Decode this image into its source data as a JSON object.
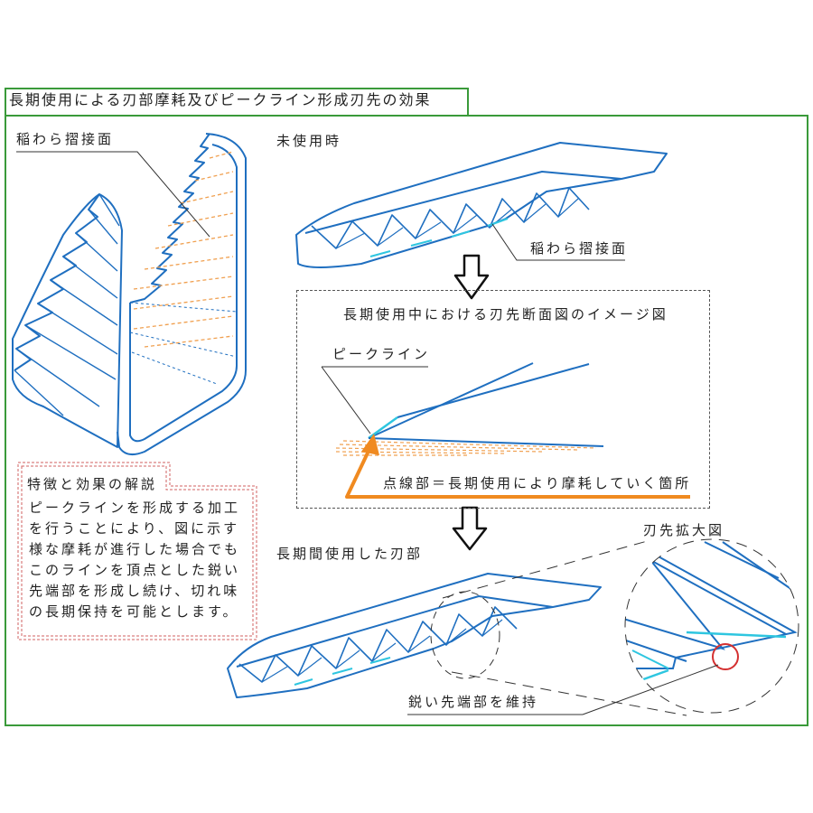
{
  "title": "長期使用による刃部摩耗及びピークライン形成刃先の効果",
  "labels": {
    "rice_straw_surface_left": "稲わら摺接面",
    "unused": "未使用時",
    "rice_straw_surface_right": "稲わら摺接面",
    "cross_section_title": "長期使用中における刃先断面図のイメージ図",
    "peak_line": "ピークライン",
    "dotted_part_note": "点線部＝長期使用により摩耗していく箇所",
    "long_term_used": "長期間使用した刃部",
    "tip_enlarged": "刃先拡大図",
    "sharp_tip_maintained": "鋭い先端部を維持"
  },
  "explanation": {
    "heading": "特徴と効果の解説",
    "lines": [
      "ピークラインを形成する加工",
      "を行うことにより、図に示す",
      "様な摩耗が進行した場合でも",
      "このラインを頂点とした鋭い",
      "先端部を形成し続け、切れ味",
      "の長期保持を可能とします。"
    ]
  },
  "colors": {
    "frame_green": "#3a9a3a",
    "blade_blue": "#1f6fc0",
    "highlight_cyan": "#2ec6e0",
    "wear_orange": "#f0a050",
    "arrow_orange": "#f08a20",
    "explanation_red": "#d06060",
    "tip_circle_red": "#d43030"
  }
}
